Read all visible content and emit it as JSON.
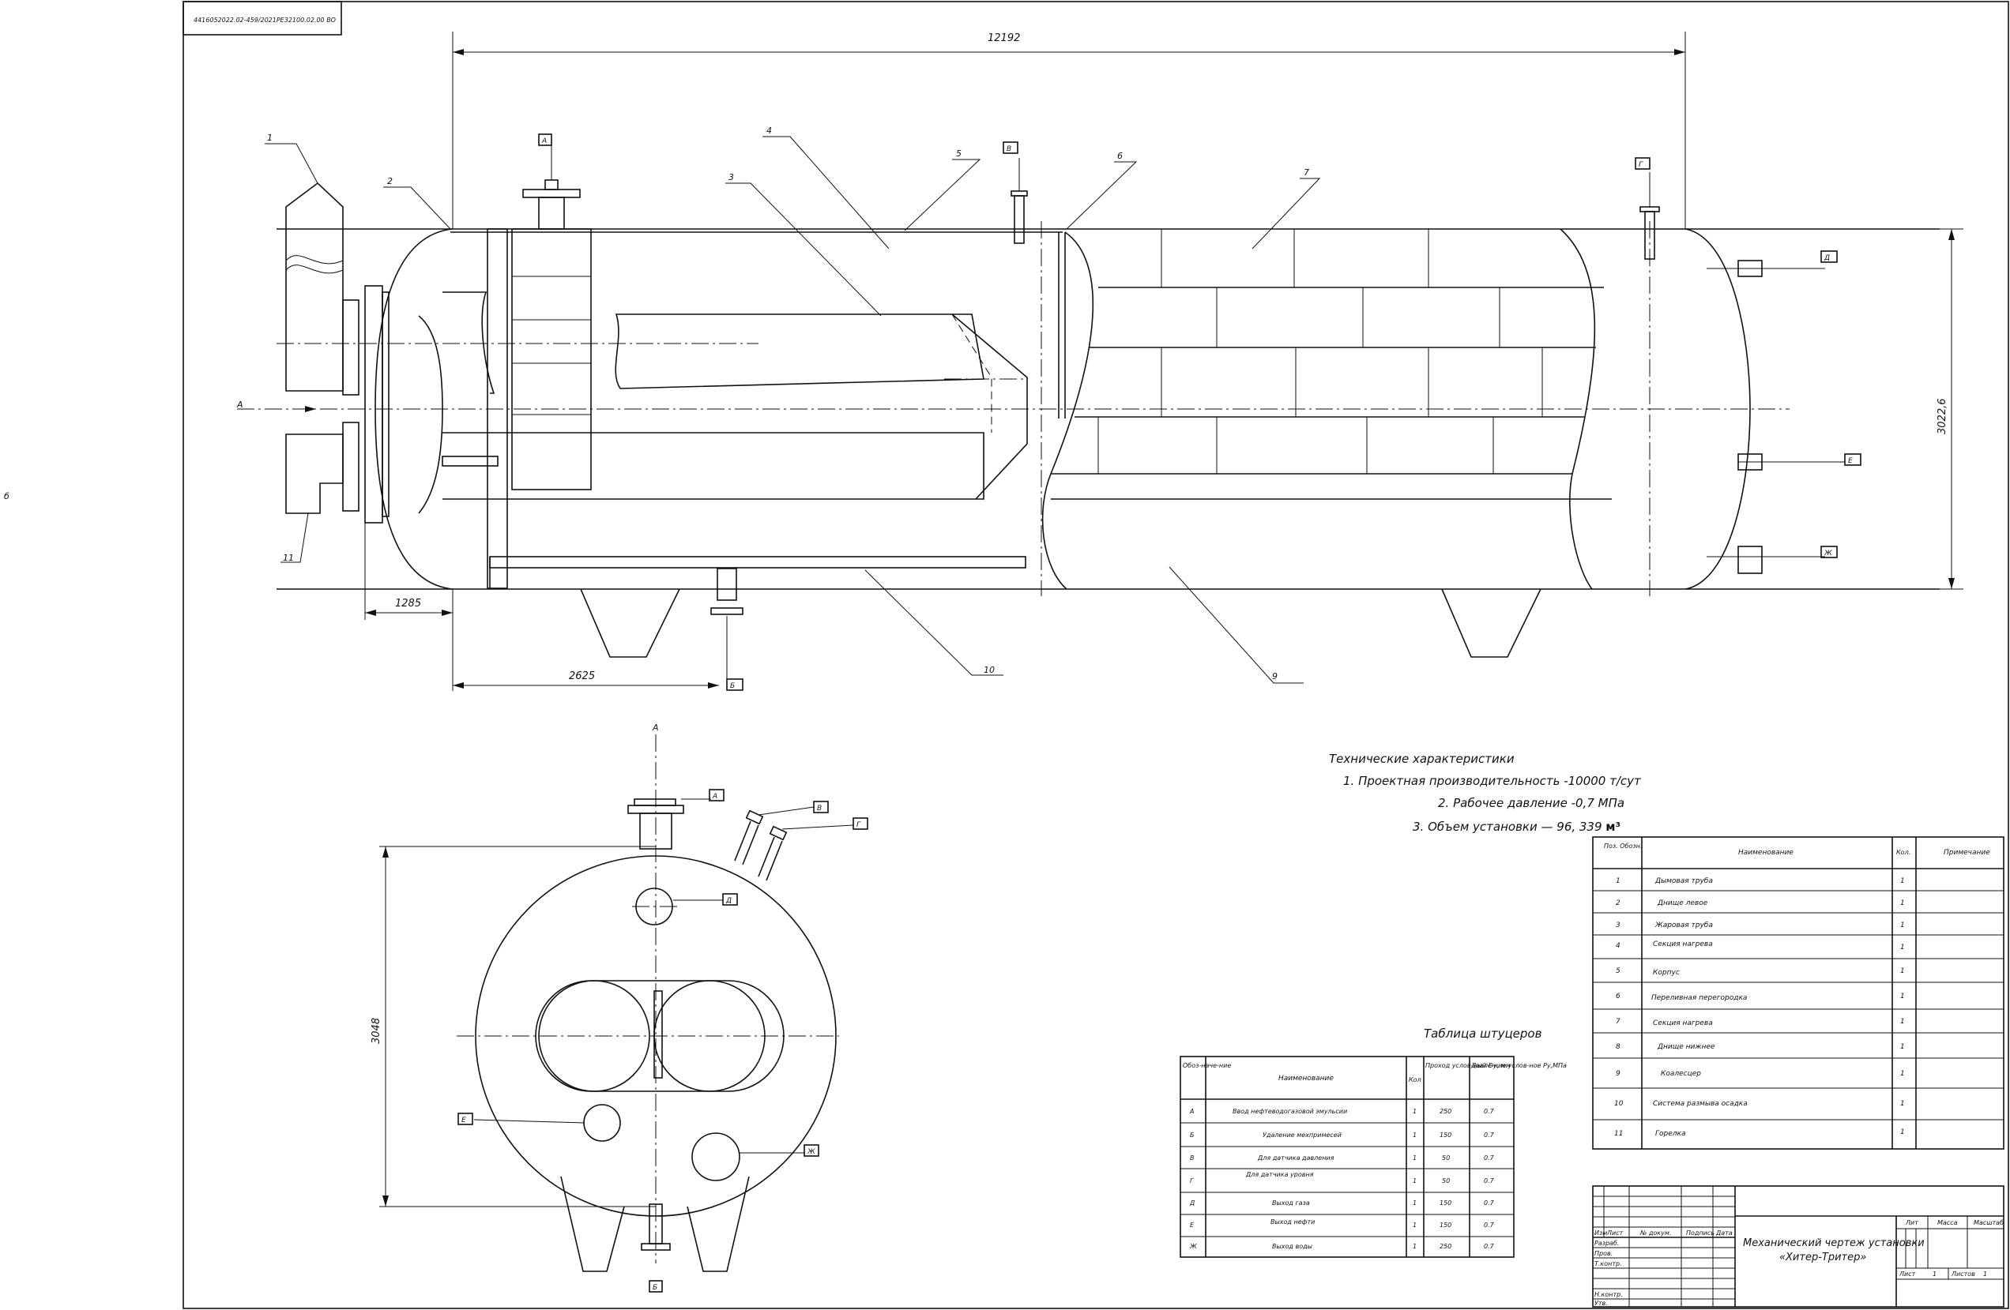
{
  "header": {
    "code": "4416052022.02-459/2021РЕЗ2100.02.00 ВО",
    "side_mark": "б"
  },
  "dimensions": {
    "overall_length": "12192",
    "diameter_side": "3022,6",
    "left_offset": "1285",
    "nozzle_offset": "2625",
    "end_diameter": "3048"
  },
  "position_labels": [
    "1",
    "2",
    "3",
    "4",
    "5",
    "6",
    "7",
    "9",
    "10",
    "11"
  ],
  "nozzle_marks": {
    "a": "А",
    "b": "Б",
    "v": "В",
    "g": "Г",
    "d": "Д",
    "e": "Е",
    "zh": "Ж"
  },
  "section_mark": "А",
  "tech": {
    "title": "Технические характеристики",
    "lines": [
      "1. Проектная производительность -10000 т/сут",
      "2. Рабочее давление -0,7 МПа"
    ],
    "volume_prefix": "3. Объем установки — 96, 339 ",
    "volume_unit": "м³"
  },
  "nozzle_table": {
    "title": "Таблица штуцеров",
    "headers": [
      "Обоз-наче-ние",
      "Наименование",
      "Кол",
      "Проход услов-ный Dу, мм",
      "Давле-ние услов-ное Ру,МПа"
    ],
    "rows": [
      [
        "А",
        "Ввод нефтеводогазовой эмульсии",
        "1",
        "250",
        "0.7"
      ],
      [
        "Б",
        "Удаление мехпримесей",
        "1",
        "150",
        "0.7"
      ],
      [
        "В",
        "Для датчика давления",
        "1",
        "50",
        "0.7"
      ],
      [
        "Г",
        "Для датчика уровня",
        "1",
        "50",
        "0.7"
      ],
      [
        "Д",
        "Выход газа",
        "1",
        "150",
        "0.7"
      ],
      [
        "Е",
        "Выход нефти",
        "1",
        "150",
        "0.7"
      ],
      [
        "Ж",
        "Выход воды",
        "1",
        "250",
        "0.7"
      ]
    ]
  },
  "spec_table": {
    "headers": [
      "Поз. Обозн.",
      "Наименование",
      "Кол.",
      "Примечание"
    ],
    "rows": [
      [
        "1",
        "Дымовая труба",
        "1"
      ],
      [
        "2",
        "Днище левое",
        "1"
      ],
      [
        "3",
        "Жаровая труба",
        "1"
      ],
      [
        "4",
        "Секция нагрева",
        "1"
      ],
      [
        "5",
        "Корпус",
        "1"
      ],
      [
        "6",
        "Переливная перегородка",
        "1"
      ],
      [
        "7",
        "Секция нагрева",
        "1"
      ],
      [
        "8",
        "Днище нижнее",
        "1"
      ],
      [
        "9",
        "Коалесцер",
        "1"
      ],
      [
        "10",
        "Система размыва осадка",
        "1"
      ],
      [
        "11",
        "Горелка",
        "1"
      ]
    ]
  },
  "title_block": {
    "title_line1": "Механический чертеж установки",
    "title_line2": "«Хитер-Тритер»",
    "lit": "Лит",
    "mass": "Масса",
    "scale": "Масштаб",
    "sheet": "Лист",
    "sheet_num": "1",
    "sheets": "Листов",
    "sheets_num": "1",
    "row_labels": [
      "Изм",
      "Разраб.",
      "Пров.",
      "Т.контр.",
      "Н.контр.",
      "Утв."
    ],
    "col_labels": [
      "Изм",
      "Лист",
      "№ докум.",
      "Подпись",
      "Дата"
    ]
  }
}
